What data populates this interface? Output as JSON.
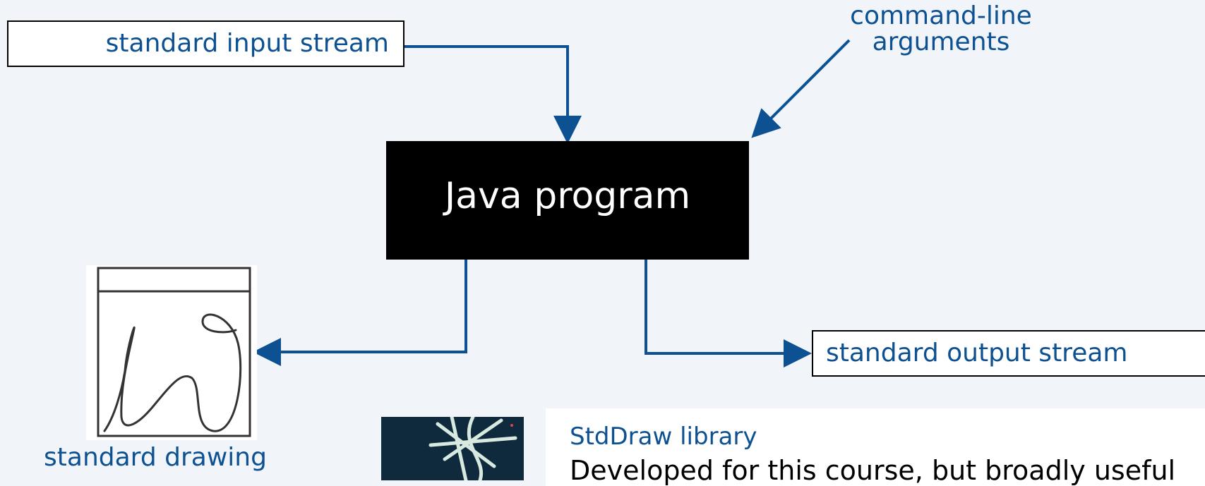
{
  "diagram": {
    "input_stream": "standard input stream",
    "output_stream": "standard output stream",
    "command_line": {
      "line1": "command-line",
      "line2": "arguments"
    },
    "program": "Java program",
    "drawing": "standard drawing"
  },
  "stddraw_panel": {
    "title": "StdDraw library",
    "body": "Developed for this course, but broadly useful"
  },
  "colors": {
    "accent": "#0d5192",
    "background": "#f1f5f9",
    "program_box": "#000000"
  }
}
